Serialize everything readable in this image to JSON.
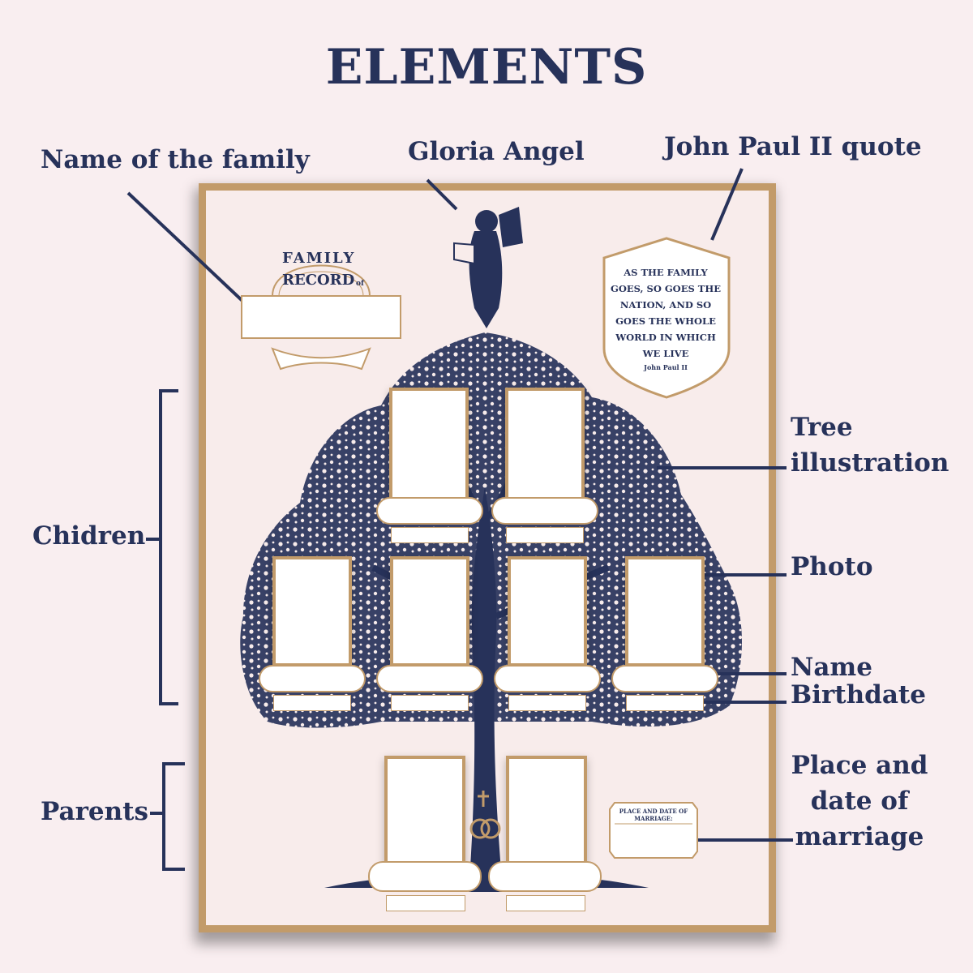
{
  "title": "ELEMENTS",
  "callouts": {
    "family_name": "Name of the family",
    "angel": "Gloria Angel",
    "quote": "John Paul II quote",
    "tree_line1": "Tree",
    "tree_line2": "illustration",
    "children": "Chidren",
    "photo": "Photo",
    "name": "Name",
    "birthdate": "Birthdate",
    "parents": "Parents",
    "marriage_line1": "Place and",
    "marriage_line2": "date of",
    "marriage_line3": "marriage"
  },
  "poster": {
    "crest_line1": "FAMILY",
    "crest_line2": "RECORD",
    "crest_suffix": "of",
    "quote_text": "AS THE FAMILY GOES, SO GOES THE NATION, AND SO GOES THE WHOLE WORLD IN WHICH WE LIVE",
    "quote_author": "John Paul II",
    "marriage_label": "PLACE AND DATE OF MARRIAGE:"
  },
  "colors": {
    "navy": "#27325a",
    "gold": "#c29b6a",
    "background": "#f9eef0",
    "paper": "#f8eceb"
  },
  "icons": [
    "angel-illustration",
    "tree-illustration",
    "cross-icon",
    "wedding-rings-icon",
    "family-crest",
    "quote-shield"
  ]
}
